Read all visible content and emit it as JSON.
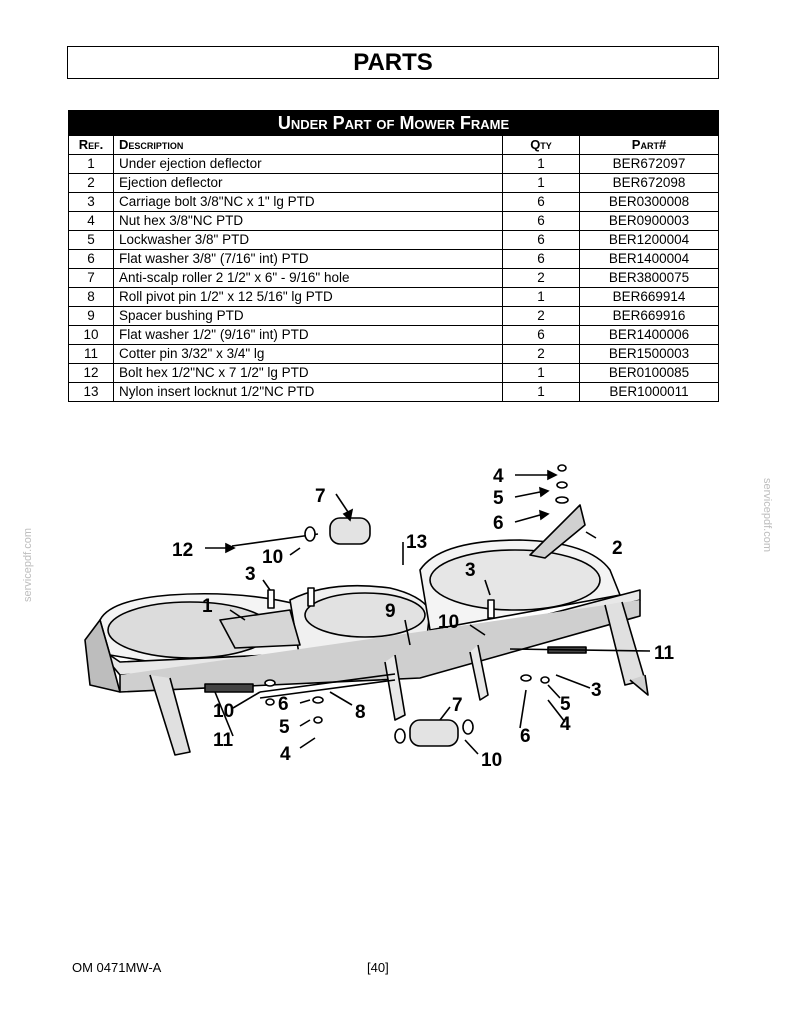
{
  "page": {
    "title": "PARTS",
    "footer_doc": "OM 0471MW-A",
    "footer_page": "[40]"
  },
  "table": {
    "section_title": "Under Part of Mower Frame",
    "headers": {
      "ref": "Ref.",
      "description": "Description",
      "qty": "Qty",
      "part": "Part#"
    },
    "rows": [
      {
        "ref": "1",
        "description": "Under ejection deflector",
        "qty": "1",
        "part": "BER672097"
      },
      {
        "ref": "2",
        "description": "Ejection deflector",
        "qty": "1",
        "part": "BER672098"
      },
      {
        "ref": "3",
        "description": "Carriage bolt 3/8\"NC x 1\" lg PTD",
        "qty": "6",
        "part": "BER0300008"
      },
      {
        "ref": "4",
        "description": "Nut hex 3/8\"NC PTD",
        "qty": "6",
        "part": "BER0900003"
      },
      {
        "ref": "5",
        "description": "Lockwasher 3/8\" PTD",
        "qty": "6",
        "part": "BER1200004"
      },
      {
        "ref": "6",
        "description": "Flat washer 3/8\" (7/16\" int) PTD",
        "qty": "6",
        "part": "BER1400004"
      },
      {
        "ref": "7",
        "description": "Anti-scalp roller 2 1/2\" x 6\" - 9/16\" hole",
        "qty": "2",
        "part": "BER3800075"
      },
      {
        "ref": "8",
        "description": "Roll pivot pin 1/2\" x 12 5/16\" lg PTD",
        "qty": "1",
        "part": "BER669914"
      },
      {
        "ref": "9",
        "description": "Spacer bushing PTD",
        "qty": "2",
        "part": "BER669916"
      },
      {
        "ref": "10",
        "description": "Flat washer 1/2\" (9/16\" int) PTD",
        "qty": "6",
        "part": "BER1400006"
      },
      {
        "ref": "11",
        "description": "Cotter pin 3/32\" x 3/4\" lg",
        "qty": "2",
        "part": "BER1500003"
      },
      {
        "ref": "12",
        "description": "Bolt hex 1/2\"NC x 7 1/2\" lg PTD",
        "qty": "1",
        "part": "BER0100085"
      },
      {
        "ref": "13",
        "description": "Nylon insert locknut 1/2\"NC PTD",
        "qty": "1",
        "part": "BER1000011"
      }
    ]
  },
  "diagram": {
    "watermark": "servicepdf.com",
    "callouts": [
      "1",
      "2",
      "3",
      "4",
      "5",
      "6",
      "7",
      "8",
      "9",
      "10",
      "11",
      "12",
      "13"
    ]
  }
}
